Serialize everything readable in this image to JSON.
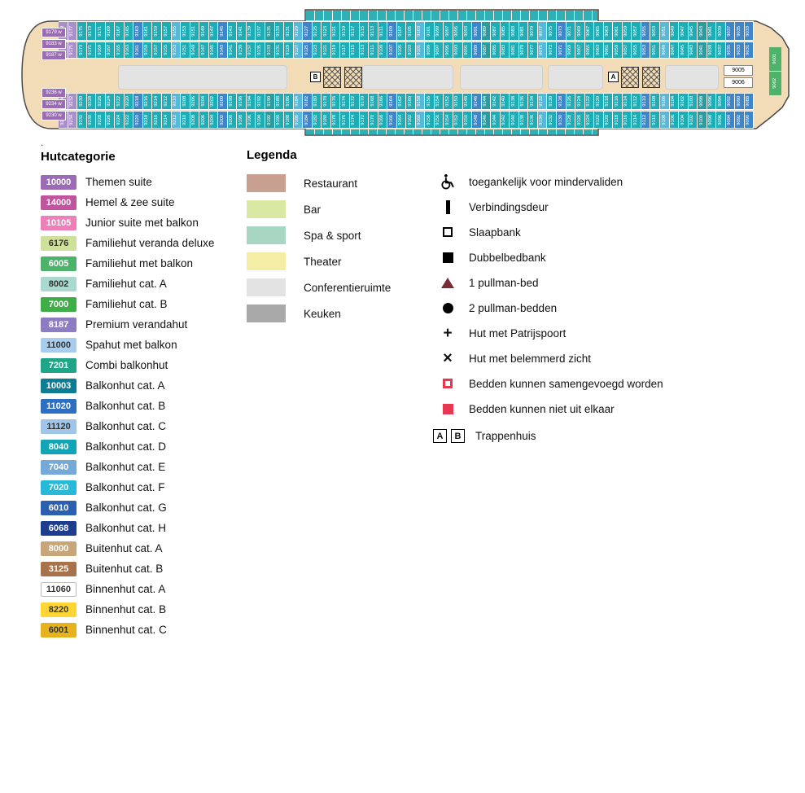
{
  "deck": {
    "stair_a": "A",
    "stair_b": "B",
    "footnote": ".",
    "suites_top": [
      "9179 w",
      "9183 w",
      "9187 w"
    ],
    "suites_bottom": [
      "9236 w",
      "9234 w",
      "9230 w"
    ],
    "rooms_right": [
      "9005",
      "9006"
    ],
    "tip_cabins": [
      "9001",
      "9002"
    ],
    "cabin_rows": [
      {
        "name": "top-outer",
        "from": 9179,
        "to": 9033,
        "step": -2
      },
      {
        "name": "top-inner",
        "from": 9177,
        "to": 9031,
        "step": -2
      },
      {
        "name": "bottom-inner",
        "from": 9234,
        "to": 9088,
        "step": -2
      },
      {
        "name": "bottom-outer",
        "from": 9236,
        "to": 9090,
        "step": -2
      }
    ],
    "colors": {
      "hull": "#f2dcb8",
      "outline": "#4a4a4a",
      "cabin": "#1fadb5"
    }
  },
  "categories": {
    "title": "Hutcategorie",
    "items": [
      {
        "code": "10000",
        "label": "Themen suite",
        "color": "#9c6bb5",
        "text": "#ffffff"
      },
      {
        "code": "14000",
        "label": "Hemel & zee suite",
        "color": "#c0559f",
        "text": "#ffffff"
      },
      {
        "code": "10105",
        "label": "Junior suite met balkon",
        "color": "#ef7fb9",
        "text": "#ffffff"
      },
      {
        "code": "6176",
        "label": "Familiehut veranda deluxe",
        "color": "#cfe09a",
        "text": "#333333"
      },
      {
        "code": "6005",
        "label": "Familiehut met balkon",
        "color": "#4db36a",
        "text": "#ffffff"
      },
      {
        "code": "8002",
        "label": "Familiehut cat. A",
        "color": "#aad9cf",
        "text": "#333333"
      },
      {
        "code": "7000",
        "label": "Familiehut cat. B",
        "color": "#3fae49",
        "text": "#ffffff"
      },
      {
        "code": "8187",
        "label": "Premium verandahut",
        "color": "#8e7cc3",
        "text": "#ffffff"
      },
      {
        "code": "11000",
        "label": "Spahut met balkon",
        "color": "#a9cdef",
        "text": "#333333"
      },
      {
        "code": "7201",
        "label": "Combi balkonhut",
        "color": "#1fa588",
        "text": "#ffffff"
      },
      {
        "code": "10003",
        "label": "Balkonhut cat. A",
        "color": "#0e7d93",
        "text": "#ffffff"
      },
      {
        "code": "11020",
        "label": "Balkonhut cat. B",
        "color": "#2f6fc1",
        "text": "#ffffff"
      },
      {
        "code": "11120",
        "label": "Balkonhut cat. C",
        "color": "#9fc5e8",
        "text": "#333333"
      },
      {
        "code": "8040",
        "label": "Balkonhut cat. D",
        "color": "#12a5b5",
        "text": "#ffffff"
      },
      {
        "code": "7040",
        "label": "Balkonhut cat. E",
        "color": "#74a9d8",
        "text": "#ffffff"
      },
      {
        "code": "7020",
        "label": "Balkonhut cat. F",
        "color": "#29b9d8",
        "text": "#ffffff"
      },
      {
        "code": "6010",
        "label": "Balkonhut cat. G",
        "color": "#2d5fb0",
        "text": "#ffffff"
      },
      {
        "code": "6068",
        "label": "Balkonhut cat. H",
        "color": "#1e3d8f",
        "text": "#ffffff"
      },
      {
        "code": "8000",
        "label": "Buitenhut cat. A",
        "color": "#c9a678",
        "text": "#ffffff"
      },
      {
        "code": "3125",
        "label": "Buitenhut cat. B",
        "color": "#a8734b",
        "text": "#ffffff"
      },
      {
        "code": "11060",
        "label": "Binnenhut cat. A",
        "color": "#ffffff",
        "text": "#333333",
        "border": "#bbbbbb"
      },
      {
        "code": "8220",
        "label": "Binnenhut cat. B",
        "color": "#ffd633",
        "text": "#333333"
      },
      {
        "code": "6001",
        "label": "Binnenhut cat. C",
        "color": "#e6b31e",
        "text": "#333333"
      }
    ]
  },
  "legend": {
    "title": "Legenda",
    "areas": [
      {
        "label": "Restaurant",
        "color": "#c8a092"
      },
      {
        "label": "Bar",
        "color": "#d9e8a3"
      },
      {
        "label": "Spa & sport",
        "color": "#a9d6c3"
      },
      {
        "label": "Theater",
        "color": "#f3eda6"
      },
      {
        "label": "Conferentieruimte",
        "color": "#e3e3e3"
      },
      {
        "label": "Keuken",
        "color": "#a9a9a9"
      }
    ]
  },
  "symbols": {
    "items": [
      {
        "icon": "wheelchair-icon",
        "type": "wheelchair",
        "label": "toegankelijk voor mindervaliden"
      },
      {
        "icon": "connecting-door-icon",
        "type": "door",
        "label": "Verbindingsdeur"
      },
      {
        "icon": "sleeper-sofa-icon",
        "type": "sofa",
        "label": "Slaapbank"
      },
      {
        "icon": "double-sofa-bed-icon",
        "type": "dsofa",
        "label": "Dubbelbedbank"
      },
      {
        "icon": "one-pullman-bed-icon",
        "type": "tri",
        "label": "1 pullman-bed"
      },
      {
        "icon": "two-pullman-beds-icon",
        "type": "circle",
        "label": "2 pullman-bedden"
      },
      {
        "icon": "porthole-icon",
        "type": "plus",
        "glyph": "+",
        "label": "Hut met Patrijspoort"
      },
      {
        "icon": "obstructed-view-icon",
        "type": "x",
        "glyph": "×",
        "label": "Hut met belemmerd zicht"
      },
      {
        "icon": "beds-joinable-icon",
        "type": "redbox",
        "label": "Bedden kunnen samengevoegd worden"
      },
      {
        "icon": "beds-fixed-icon",
        "type": "redfill",
        "label": "Bedden kunnen niet uit elkaar"
      }
    ],
    "stairs": {
      "a": "A",
      "b": "B",
      "label": "Trappenhuis"
    }
  }
}
